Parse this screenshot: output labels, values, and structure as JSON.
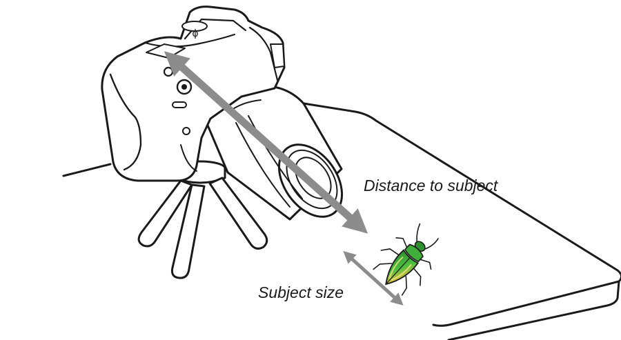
{
  "labels": {
    "distance_to_subject": "Distance to subject",
    "subject_size": "Subject size"
  },
  "icons": {
    "camera": "camera-icon",
    "lens": "macro-lens-icon",
    "tripod": "tripod-icon",
    "table": "table-surface",
    "subject": "beetle-icon"
  },
  "colors": {
    "line_art": "#1a1a1a",
    "measure_arrow": "#8c8c8c",
    "beetle_green": "#3fae3a",
    "beetle_highlight": "#e8c23a",
    "background": "#ffffff"
  }
}
